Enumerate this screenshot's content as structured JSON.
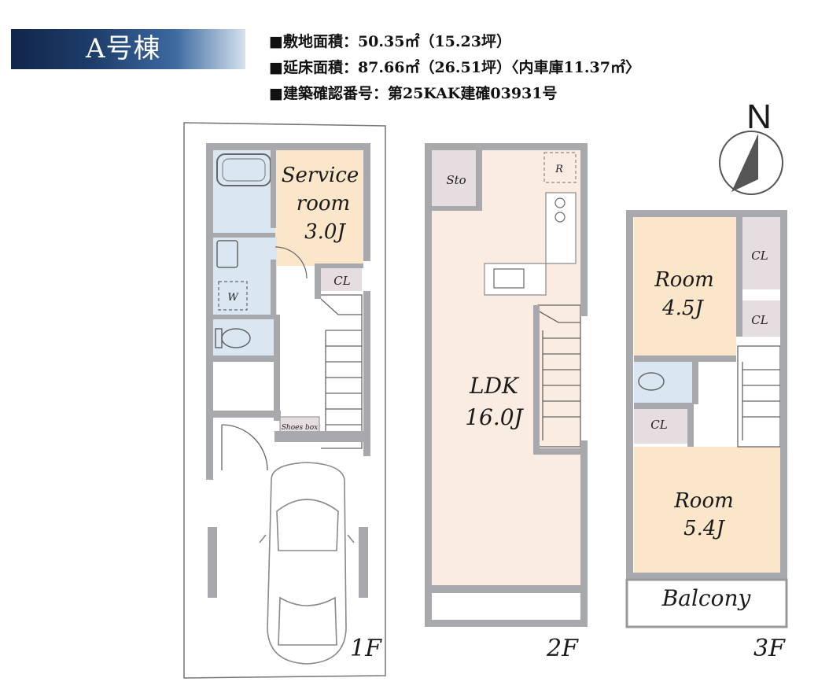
{
  "building": {
    "title": "A号棟"
  },
  "specs": [
    "■敷地面積：50.35㎡（15.23坪）",
    "■延床面積：87.66㎡（26.51坪）〈内車庫11.37㎡〉",
    "■建築確認番号：第25KAK建確03931号"
  ],
  "compass": {
    "label": "N"
  },
  "floors": {
    "f1": {
      "label": "1F",
      "service_room": {
        "line1": "Service",
        "line2": "room",
        "line3": "3.0J"
      },
      "closet": "CL",
      "washer": "W",
      "shoes": "Shoes box"
    },
    "f2": {
      "label": "2F",
      "storage": "Sto",
      "fridge": "R",
      "ldk": {
        "line1": "LDK",
        "line2": "16.0J"
      }
    },
    "f3": {
      "label": "3F",
      "room1": {
        "line1": "Room",
        "line2": "4.5J"
      },
      "room2": {
        "line1": "Room",
        "line2": "5.4J"
      },
      "closet1": "CL",
      "closet2": "CL",
      "closet3": "CL",
      "balcony": "Balcony"
    }
  },
  "colors": {
    "wall": "#a7a9ac",
    "wet_area": "#dbe6f3",
    "service_room": "#fbe6c9",
    "ldk": "#fbece1",
    "closet": "#e6dde1",
    "room": "#fbe6c9"
  }
}
